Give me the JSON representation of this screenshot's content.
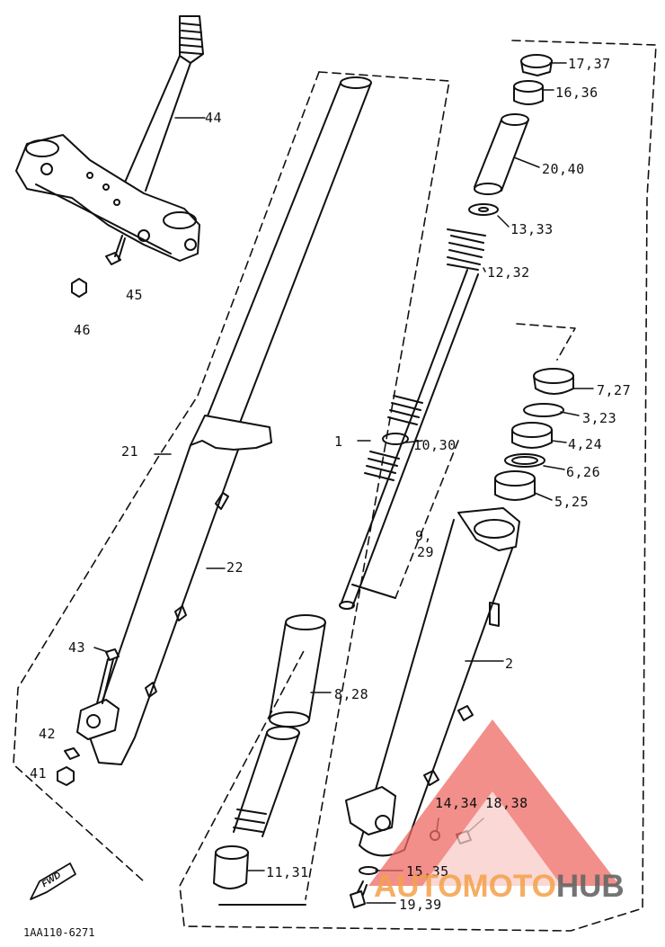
{
  "diagram": {
    "labels": {
      "p1": "1",
      "p2": "2",
      "p5_25": "5,25",
      "p6_26": "6,26",
      "p4_24": "4,24",
      "p3_23": "3,23",
      "p7_27": "7,27",
      "p8_28": "8,28",
      "p9": "9,",
      "p29": "29",
      "p10_30": "10,30",
      "p11_31": "11,31",
      "p12_32": "12,32",
      "p13_33": "13,33",
      "p14_34": "14,34",
      "p15_35": "15,35",
      "p16_36": "16,36",
      "p17_37": "17,37",
      "p18_38": "18,38",
      "p19_39": "19,39",
      "p20_40": "20,40",
      "p21": "21",
      "p22": "22",
      "p41": "41",
      "p42": "42",
      "p43": "43",
      "p44": "44",
      "p45": "45",
      "p46": "46"
    },
    "fwd_label": "FWD",
    "diagram_code": "1AA110-6271"
  },
  "watermark": {
    "part1": "AUTOMOTO",
    "part2": "HUB",
    "colors": {
      "triangle": "#e8403a",
      "text1": "#f4a14a",
      "text2": "#666666"
    }
  }
}
